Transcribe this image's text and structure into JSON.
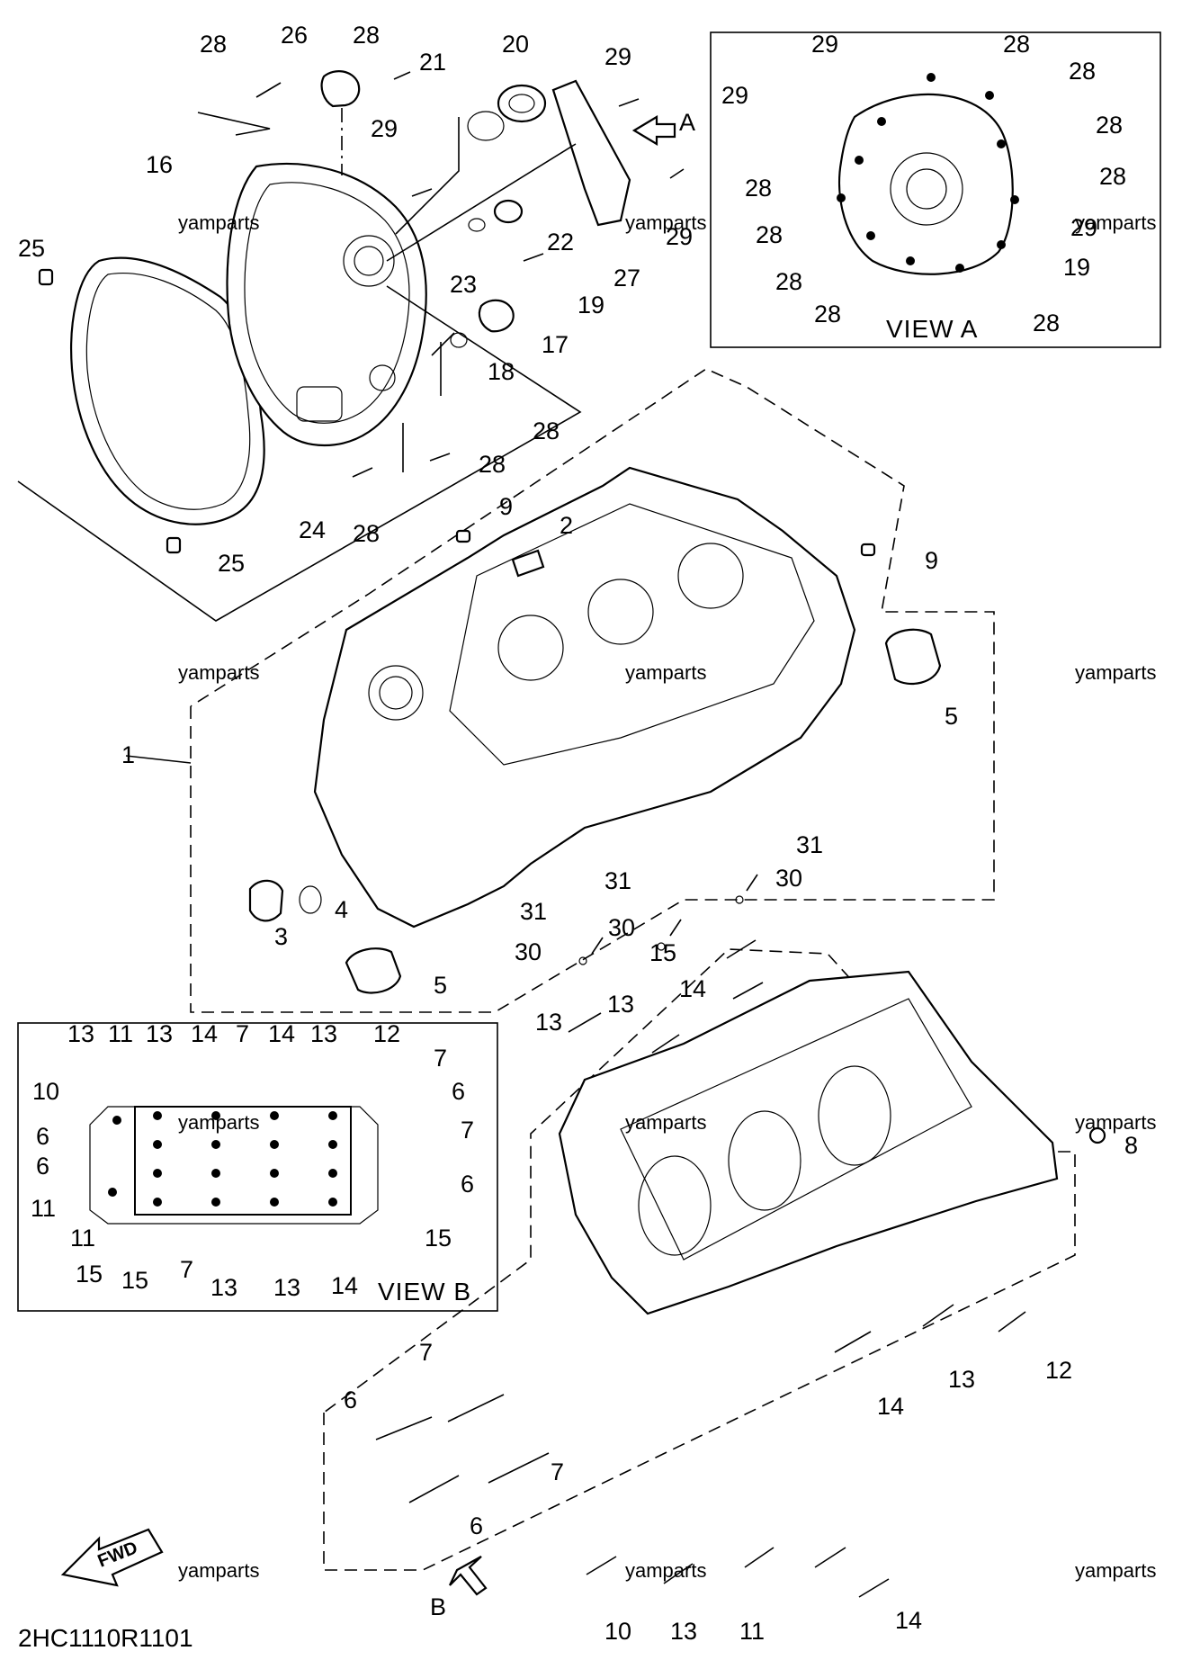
{
  "watermark": "yamparts",
  "diagram_code": "2HC1110R1101",
  "view_a_label": "VIEW A",
  "view_b_label": "VIEW B",
  "arrow_a_label": "A",
  "arrow_b_label": "B",
  "fwd_label": "FWD",
  "callouts": {
    "c1": "1",
    "c2": "2",
    "c3": "3",
    "c4": "4",
    "c5a": "5",
    "c5b": "5",
    "c6a": "6",
    "c6b": "6",
    "c7a": "7",
    "c7b": "7",
    "c8": "8",
    "c9a": "9",
    "c9b": "9",
    "c10": "10",
    "c11": "11",
    "c12": "12",
    "c13a": "13",
    "c13b": "13",
    "c13c": "13",
    "c13d": "13",
    "c14a": "14",
    "c14b": "14",
    "c14c": "14",
    "c15": "15",
    "c16": "16",
    "c17": "17",
    "c18": "18",
    "c19": "19",
    "c20": "20",
    "c21": "21",
    "c22": "22",
    "c23": "23",
    "c24": "24",
    "c25a": "25",
    "c25b": "25",
    "c26": "26",
    "c27": "27",
    "c28a": "28",
    "c28b": "28",
    "c28c": "28",
    "c28d": "28",
    "c28e": "28",
    "c29a": "29",
    "c29b": "29",
    "c29c": "29",
    "c30a": "30",
    "c30b": "30",
    "c30c": "30",
    "c31a": "31",
    "c31b": "31",
    "c31c": "31"
  },
  "view_a": [
    "29",
    "28",
    "29",
    "28",
    "28",
    "28",
    "28",
    "29",
    "28",
    "19",
    "28",
    "28",
    "28"
  ],
  "view_b": [
    "13",
    "11",
    "13",
    "14",
    "7",
    "14",
    "13",
    "12",
    "7",
    "10",
    "6",
    "6",
    "6",
    "7",
    "6",
    "6",
    "11",
    "11",
    "15",
    "15",
    "7",
    "13",
    "13",
    "14",
    "15"
  ]
}
